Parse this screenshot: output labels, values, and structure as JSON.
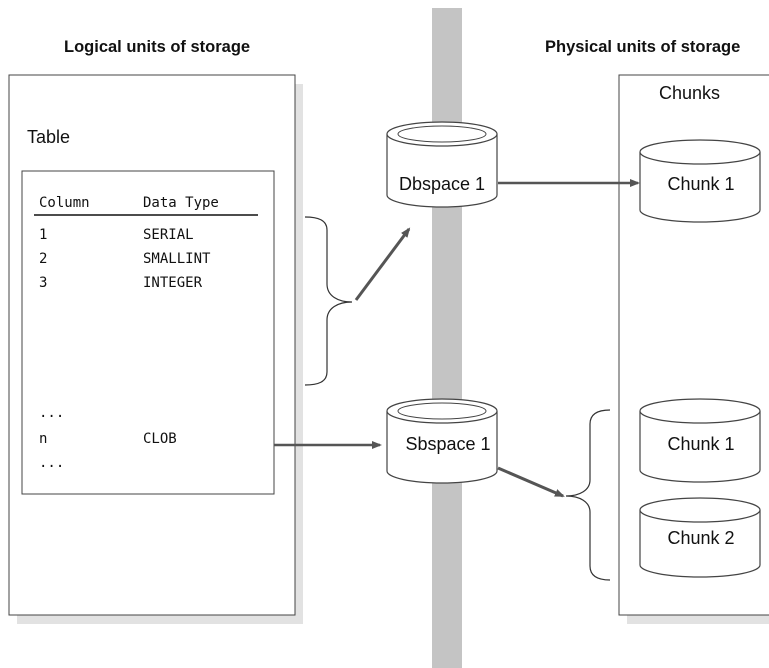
{
  "headings": {
    "logical": "Logical units of storage",
    "physical": "Physical units of storage"
  },
  "table": {
    "title": "Table",
    "col_header": "Column",
    "type_header": "Data Type",
    "rows": [
      {
        "col": "1",
        "type": "SERIAL"
      },
      {
        "col": "2",
        "type": "SMALLINT"
      },
      {
        "col": "3",
        "type": "INTEGER"
      }
    ],
    "ellipsis_top": "...",
    "clob_row": {
      "col": "n",
      "type": "CLOB"
    },
    "ellipsis_bottom": "..."
  },
  "spaces": {
    "dbspace": "Dbspace 1",
    "sbspace": "Sbspace 1"
  },
  "chunks": {
    "title": "Chunks",
    "dbspace_chunk": "Chunk 1",
    "sbspace_chunk_1": "Chunk 1",
    "sbspace_chunk_2": "Chunk 2"
  },
  "colors": {
    "divider": "#c4c4c4",
    "shadow": "#e2e2e2",
    "arrow": "#555555",
    "line": "#333333"
  }
}
